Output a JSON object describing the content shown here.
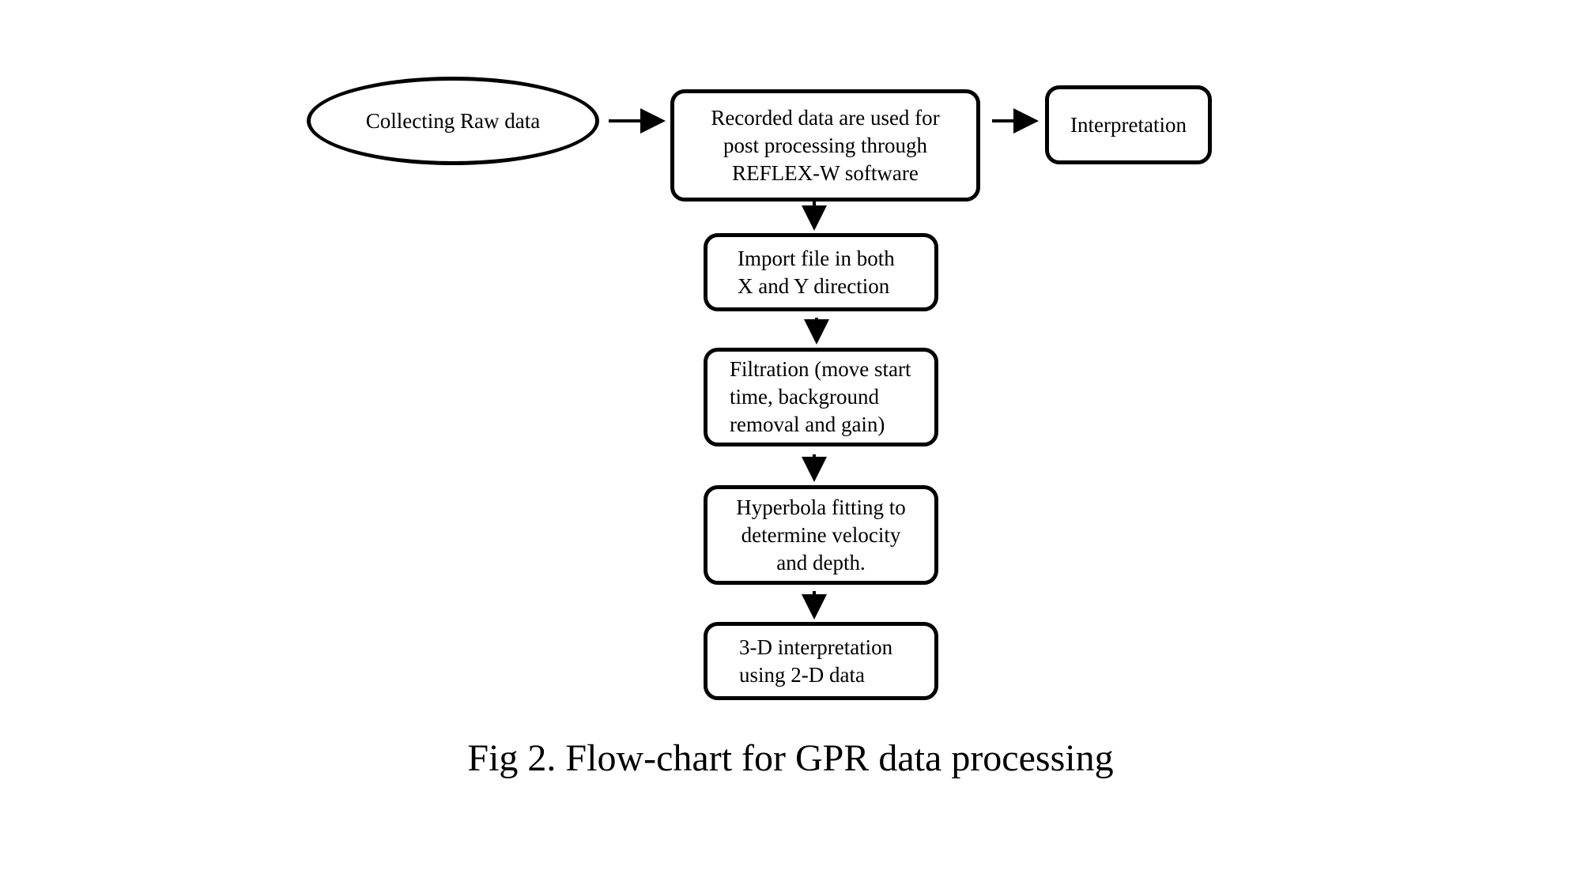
{
  "nodes": {
    "collect": {
      "text": "Collecting Raw data"
    },
    "recorded": {
      "lines": [
        "Recorded data are used for",
        "post processing through",
        "REFLEX-W software"
      ]
    },
    "interpretation": {
      "text": "Interpretation"
    },
    "import": {
      "lines": [
        "Import file in both",
        "X and Y direction"
      ]
    },
    "filtration": {
      "lines": [
        "Filtration (move start",
        "time, background",
        "removal and gain)"
      ]
    },
    "hyperbola": {
      "lines": [
        "Hyperbola fitting to",
        "determine velocity",
        "and depth."
      ]
    },
    "interp3d": {
      "lines": [
        "3-D interpretation",
        "using 2-D data"
      ]
    }
  },
  "edges": [
    {
      "from": "collect",
      "to": "recorded"
    },
    {
      "from": "recorded",
      "to": "interpretation"
    },
    {
      "from": "recorded",
      "to": "import"
    },
    {
      "from": "import",
      "to": "filtration"
    },
    {
      "from": "filtration",
      "to": "hyperbola"
    },
    {
      "from": "hyperbola",
      "to": "interp3d"
    }
  ],
  "caption": "Fig 2. Flow-chart for GPR data processing"
}
